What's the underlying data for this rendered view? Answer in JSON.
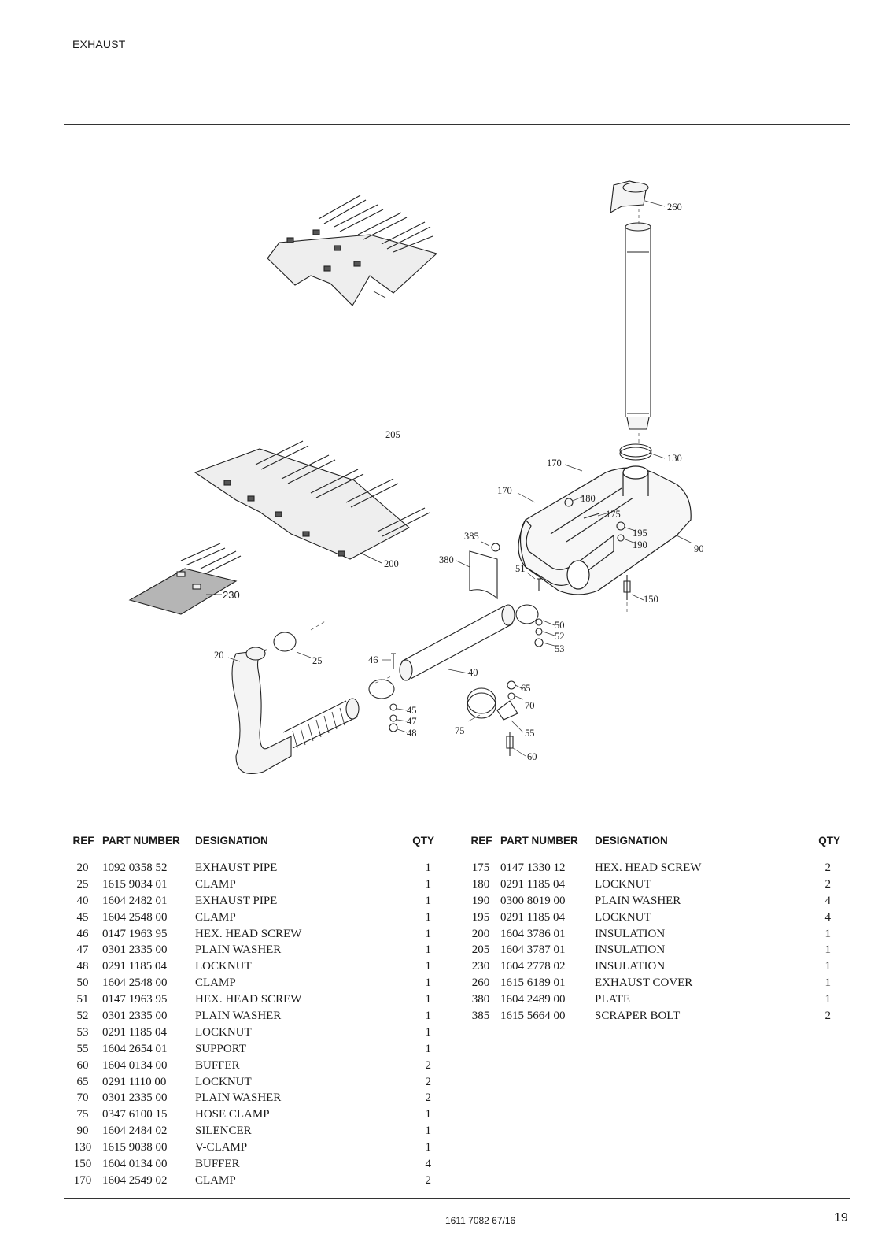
{
  "header": {
    "section_title": "EXHAUST"
  },
  "diagram": {
    "callouts": {
      "c20": "20",
      "c25": "25",
      "c40": "40",
      "c45": "45",
      "c46": "46",
      "c47": "47",
      "c48": "48",
      "c50": "50",
      "c51": "51",
      "c52": "52",
      "c53": "53",
      "c55": "55",
      "c60": "60",
      "c65": "65",
      "c70": "70",
      "c75": "75",
      "c90": "90",
      "c130": "130",
      "c150": "150",
      "c170a": "170",
      "c170b": "170",
      "c175": "175",
      "c180": "180",
      "c190": "190",
      "c195": "195",
      "c200": "200",
      "c205": "205",
      "c230": "230",
      "c260": "260",
      "c380": "380",
      "c385": "385"
    }
  },
  "table": {
    "headers": {
      "ref": "REF",
      "part_number": "PART NUMBER",
      "designation": "DESIGNATION",
      "qty": "QTY"
    },
    "left": [
      {
        "ref": "20",
        "part": "1092 0358 52",
        "designation": "EXHAUST PIPE",
        "qty": "1"
      },
      {
        "ref": "25",
        "part": "1615 9034 01",
        "designation": "CLAMP",
        "qty": "1"
      },
      {
        "ref": "40",
        "part": "1604 2482 01",
        "designation": "EXHAUST PIPE",
        "qty": "1"
      },
      {
        "ref": "45",
        "part": "1604 2548 00",
        "designation": "CLAMP",
        "qty": "1"
      },
      {
        "ref": "46",
        "part": "0147 1963 95",
        "designation": "HEX. HEAD SCREW",
        "qty": "1"
      },
      {
        "ref": "47",
        "part": "0301 2335 00",
        "designation": "PLAIN WASHER",
        "qty": "1"
      },
      {
        "ref": "48",
        "part": "0291 1185 04",
        "designation": "LOCKNUT",
        "qty": "1"
      },
      {
        "ref": "50",
        "part": "1604 2548 00",
        "designation": "CLAMP",
        "qty": "1"
      },
      {
        "ref": "51",
        "part": "0147 1963 95",
        "designation": "HEX. HEAD SCREW",
        "qty": "1"
      },
      {
        "ref": "52",
        "part": "0301 2335 00",
        "designation": "PLAIN WASHER",
        "qty": "1"
      },
      {
        "ref": "53",
        "part": "0291 1185 04",
        "designation": "LOCKNUT",
        "qty": "1"
      },
      {
        "ref": "55",
        "part": "1604 2654 01",
        "designation": "SUPPORT",
        "qty": "1"
      },
      {
        "ref": "60",
        "part": "1604 0134 00",
        "designation": "BUFFER",
        "qty": "2"
      },
      {
        "ref": "65",
        "part": "0291 1110 00",
        "designation": "LOCKNUT",
        "qty": "2"
      },
      {
        "ref": "70",
        "part": "0301 2335 00",
        "designation": "PLAIN WASHER",
        "qty": "2"
      },
      {
        "ref": "75",
        "part": "0347 6100 15",
        "designation": "HOSE CLAMP",
        "qty": "1"
      },
      {
        "ref": "90",
        "part": "1604 2484 02",
        "designation": "SILENCER",
        "qty": "1"
      },
      {
        "ref": "130",
        "part": "1615 9038 00",
        "designation": "V-CLAMP",
        "qty": "1"
      },
      {
        "ref": "150",
        "part": "1604 0134 00",
        "designation": "BUFFER",
        "qty": "4"
      },
      {
        "ref": "170",
        "part": "1604 2549 02",
        "designation": "CLAMP",
        "qty": "2"
      }
    ],
    "right": [
      {
        "ref": "175",
        "part": "0147 1330 12",
        "designation": "HEX. HEAD SCREW",
        "qty": "2"
      },
      {
        "ref": "180",
        "part": "0291 1185 04",
        "designation": "LOCKNUT",
        "qty": "2"
      },
      {
        "ref": "190",
        "part": "0300 8019 00",
        "designation": "PLAIN WASHER",
        "qty": "4"
      },
      {
        "ref": "195",
        "part": "0291 1185 04",
        "designation": "LOCKNUT",
        "qty": "4"
      },
      {
        "ref": "200",
        "part": "1604 3786 01",
        "designation": "INSULATION",
        "qty": "1"
      },
      {
        "ref": "205",
        "part": "1604 3787 01",
        "designation": "INSULATION",
        "qty": "1"
      },
      {
        "ref": "230",
        "part": "1604 2778 02",
        "designation": "INSULATION",
        "qty": "1"
      },
      {
        "ref": "260",
        "part": "1615 6189 01",
        "designation": "EXHAUST COVER",
        "qty": "1"
      },
      {
        "ref": "380",
        "part": "1604 2489 00",
        "designation": "PLATE",
        "qty": "1"
      },
      {
        "ref": "385",
        "part": "1615 5664 00",
        "designation": "SCRAPER BOLT",
        "qty": "2"
      }
    ]
  },
  "footer": {
    "doc_code": "1611 7082 67/16",
    "page_number": "19"
  }
}
